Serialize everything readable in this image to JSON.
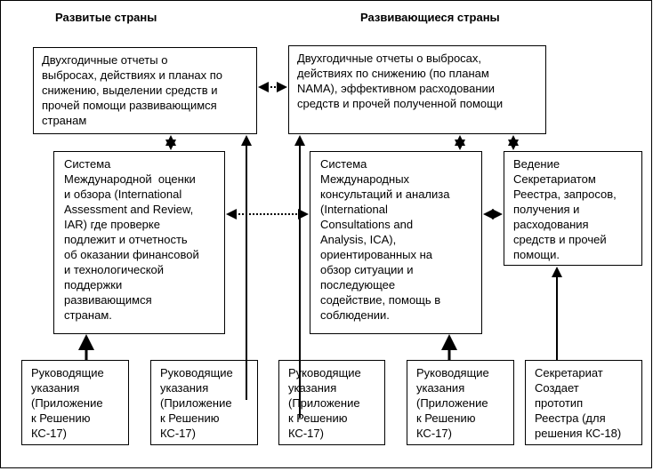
{
  "headers": {
    "developed": "Развитые страны",
    "developing": "Развивающиеся страны"
  },
  "boxes": {
    "developed_reports": "Двухгодичные отчеты о\nвыбросах, действиях и планах по\nснижению, выделении средств и\nпрочей помощи развивающимся\nстранам",
    "developing_reports": "Двухгодичные отчеты о выбросах,\nдействиях по снижению (по планам\nNAMA), эффективном расходовании\nсредств и прочей полученной помощи",
    "iar": "Система\nМеждународной  оценки\nи обзора (International\nAssessment and Review,\nIAR) где проверке\nподлежит и отчетность\nоб оказании финансовой\nи технологической\nподдержки\nразвивающимся\nстранам.",
    "ica": "Система\nМеждународных\nконсультаций и анализа\n(International\nConsultations and\nAnalysis, ICA),\nориентированных на\nобзор ситуации и\nпоследующее\nсодействие, помощь в\nсоблюдении.",
    "registry": "Ведение\nСекретариатом\nРеестра, запросов,\nполучения и\nрасходования\nсредств и прочей\nпомощи.",
    "guidance_1": "Руководящие\nуказания\n(Приложение\nк Решению\nКС-17)",
    "guidance_2": "Руководящие\nуказания\n(Приложение\nк Решению\nКС-17)",
    "guidance_3": "Руководящие\nуказания\n(Приложение\nк Решению\nКС-17)",
    "guidance_4": "Руководящие\nуказания\n(Приложение\nк Решению\nКС-17)",
    "secretariat": "Секретариат\nСоздает\nпрототип\nРеестра (для\nрешения КС-18)"
  }
}
